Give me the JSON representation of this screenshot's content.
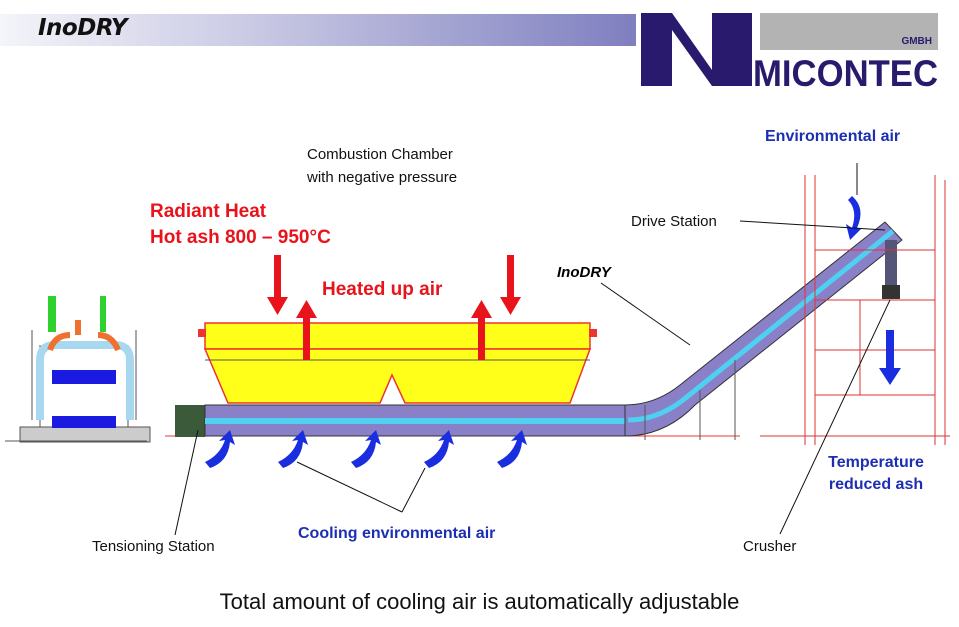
{
  "header": {
    "title": "InoDRY"
  },
  "logo": {
    "company": "MICONTEC",
    "suffix": "GMBH"
  },
  "labels": {
    "combustion_line1": "Combustion Chamber",
    "combustion_line2": "with negative pressure",
    "radiant_line1": "Radiant Heat",
    "radiant_line2": "Hot ash 800 – 950°C",
    "heated_air": "Heated up air",
    "inodry": "InoDRY",
    "drive_station": "Drive Station",
    "environmental_air": "Environmental air",
    "temp_line1": "Temperature",
    "temp_line2": "reduced ash",
    "cooling_air": "Cooling environmental air",
    "tensioning_station": "Tensioning Station",
    "crusher": "Crusher"
  },
  "footer": "Total amount of cooling air is automatically adjustable",
  "colors": {
    "red": "#e8131b",
    "blue": "#1c2fb3",
    "yellow": "#ffff1a",
    "navy": "#2a1a6e"
  }
}
